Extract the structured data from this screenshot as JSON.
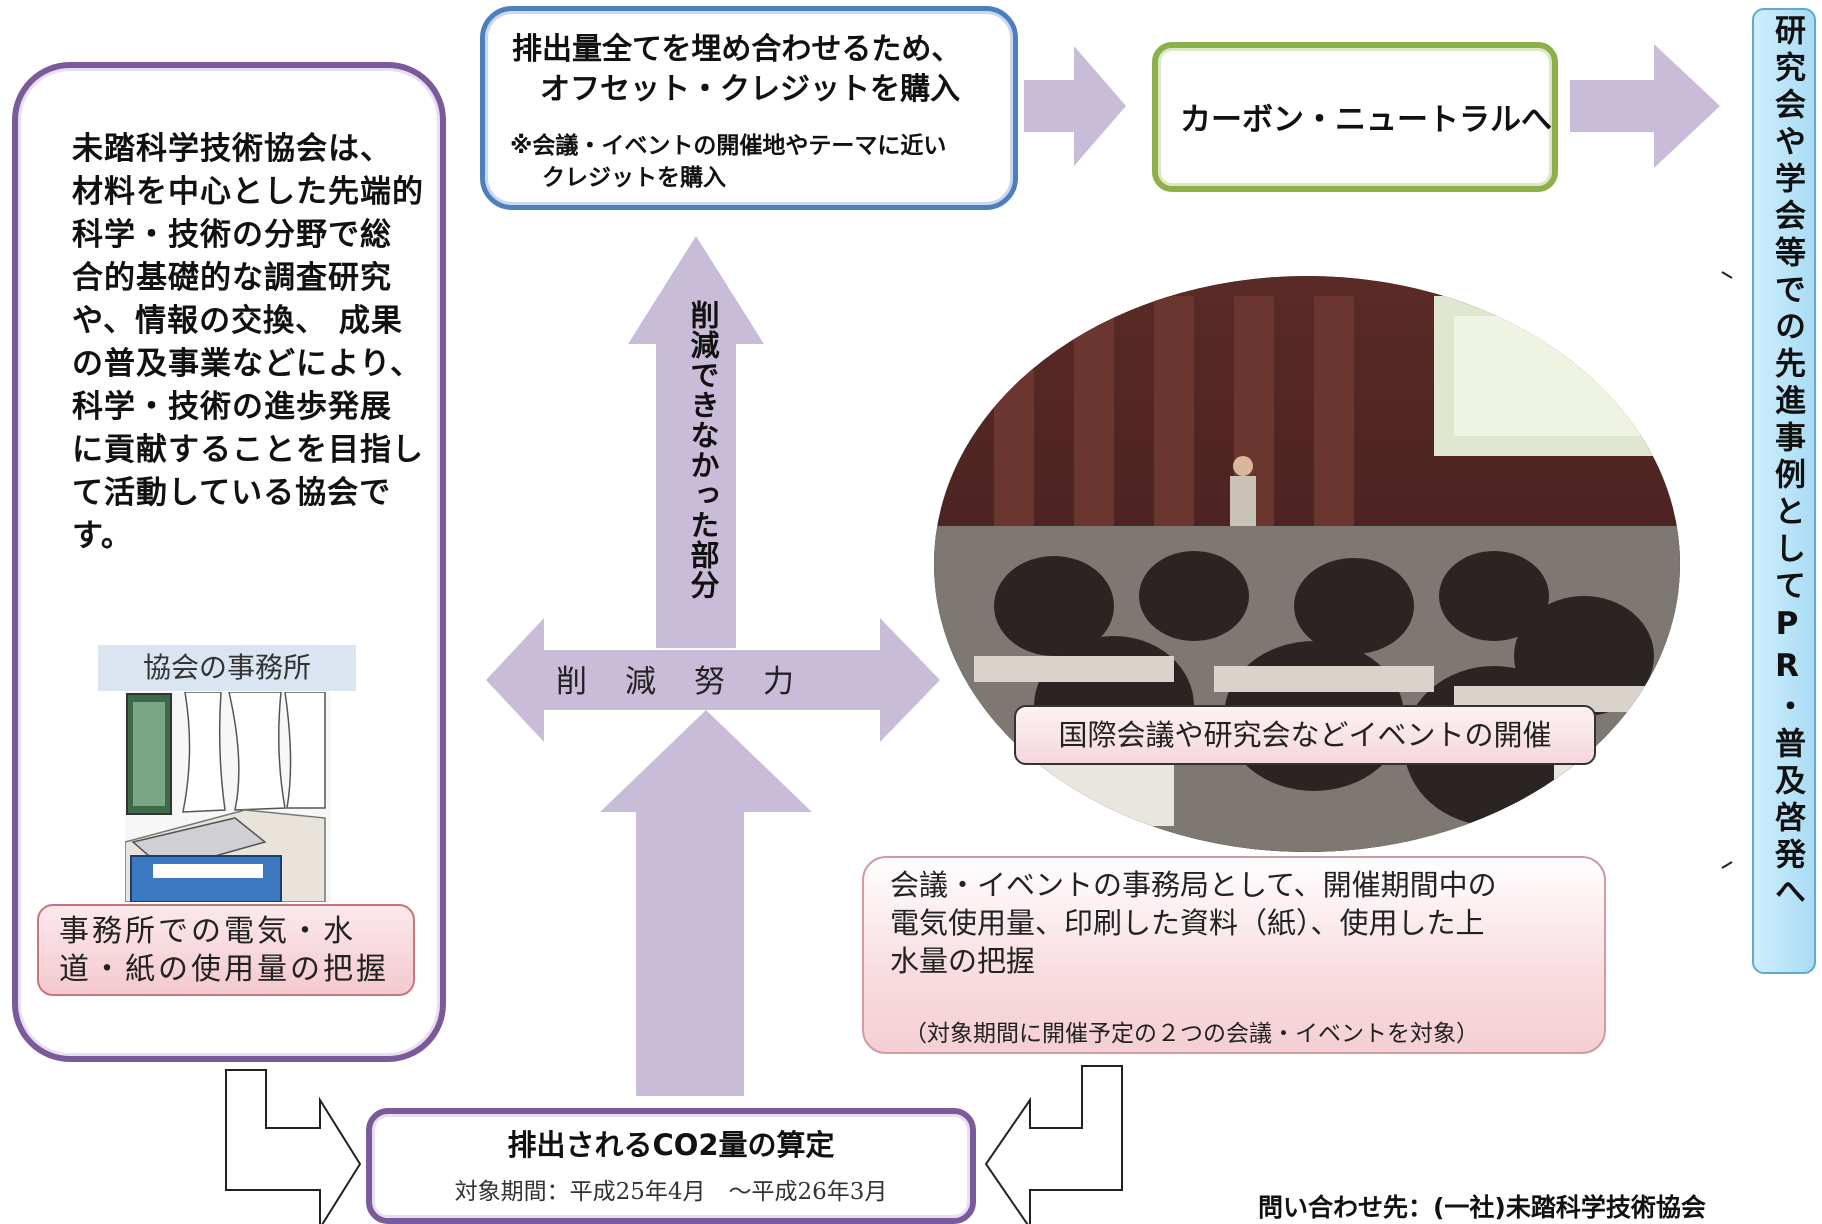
{
  "association": {
    "description": "未踏科学技術協会は、\n材料を中心とした先端的\n科学・技術の分野で総\n合的基礎的な調査研究\nや、情報の交換、 成果\nの普及事業などにより、\n科学・技術の進歩発展\nに貢献することを目指し\nて活動している協会です。",
    "office_label": "協会の事務所",
    "office_usage": "事務所での電気・水\n道・紙の使用量の把握"
  },
  "offset": {
    "line1": "排出量全てを埋め合わせるため、",
    "line2": "オフセット・クレジットを購入",
    "note1": "※会議・イベントの開催地やテーマに近い",
    "note2": "クレジットを購入"
  },
  "neutral": {
    "label": "カーボン・ニュートラルへ"
  },
  "pr_banner": {
    "text": "研究会や学会等での先進事例としてPR・普及啓発へ"
  },
  "arrows": {
    "reduction_label": "削減努力",
    "residual_label": "削減できなかった部分"
  },
  "event": {
    "caption": "国際会議や研究会などイベントの開催",
    "secretariat_text": "会議・イベントの事務局として、開催期間中の\n電気使用量、印刷した資料（紙）、使用した上\n水量の把握",
    "secretariat_note": "（対象期間に開催予定の２つの会議・イベントを対象）"
  },
  "co2": {
    "title": "排出されるCO2量の算定",
    "period": "対象期間：平成25年4月　～平成26年3月"
  },
  "contact": {
    "text": "問い合わせ先：(一社)未踏科学技術協会"
  },
  "colors": {
    "arrow": "#c9bcd8",
    "association_border": "#7b5a9c",
    "offset_border": "#4e7fbd",
    "neutral_border": "#8db04b",
    "pr_banner": "#a9dcf5",
    "usage_box": "#f3c9cf"
  }
}
